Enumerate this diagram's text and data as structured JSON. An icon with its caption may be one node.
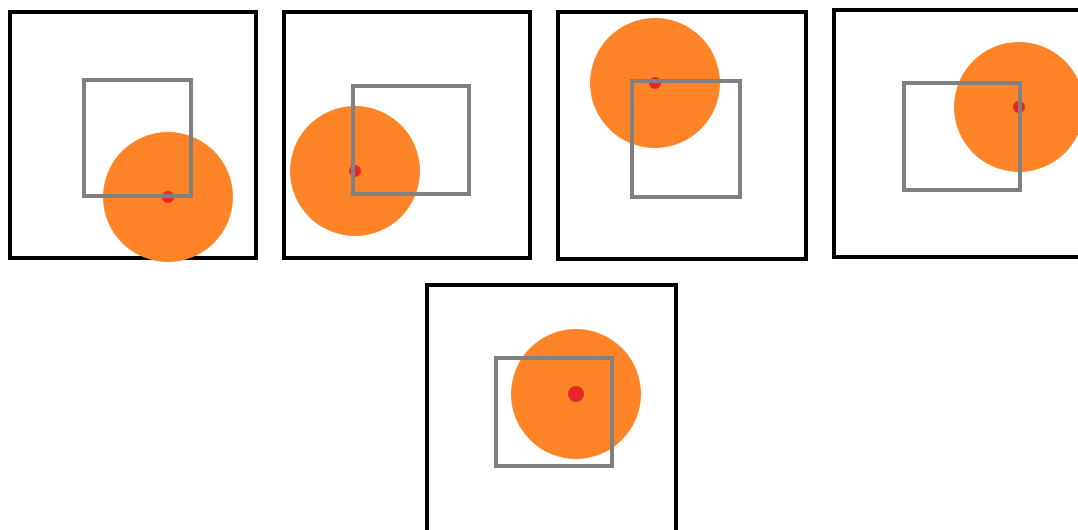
{
  "diagram": {
    "nodes": [
      {
        "text": [],
        "shape": "box"
      },
      {
        "text": [],
        "shape": "circle",
        "in": 0
      },
      {
        "text": [],
        "shape": "box",
        "in": 0
      },
      {
        "text": [],
        "shape": "box"
      },
      {
        "text": [],
        "shape": "circle",
        "in": 3
      },
      {
        "text": [],
        "shape": "box",
        "in": 3
      },
      {
        "text": [],
        "shape": "box"
      },
      {
        "text": [],
        "shape": "circle",
        "in": 6
      },
      {
        "text": [],
        "shape": "box",
        "in": 6
      },
      {
        "text": [],
        "shape": "box"
      },
      {
        "text": [],
        "shape": "circle",
        "in": 9
      },
      {
        "text": [],
        "shape": "box",
        "in": 9
      },
      {
        "text": [],
        "shape": "box"
      },
      {
        "text": [],
        "shape": "circle",
        "in": 12
      },
      {
        "text": [],
        "shape": "box",
        "in": 12
      }
    ]
  }
}
